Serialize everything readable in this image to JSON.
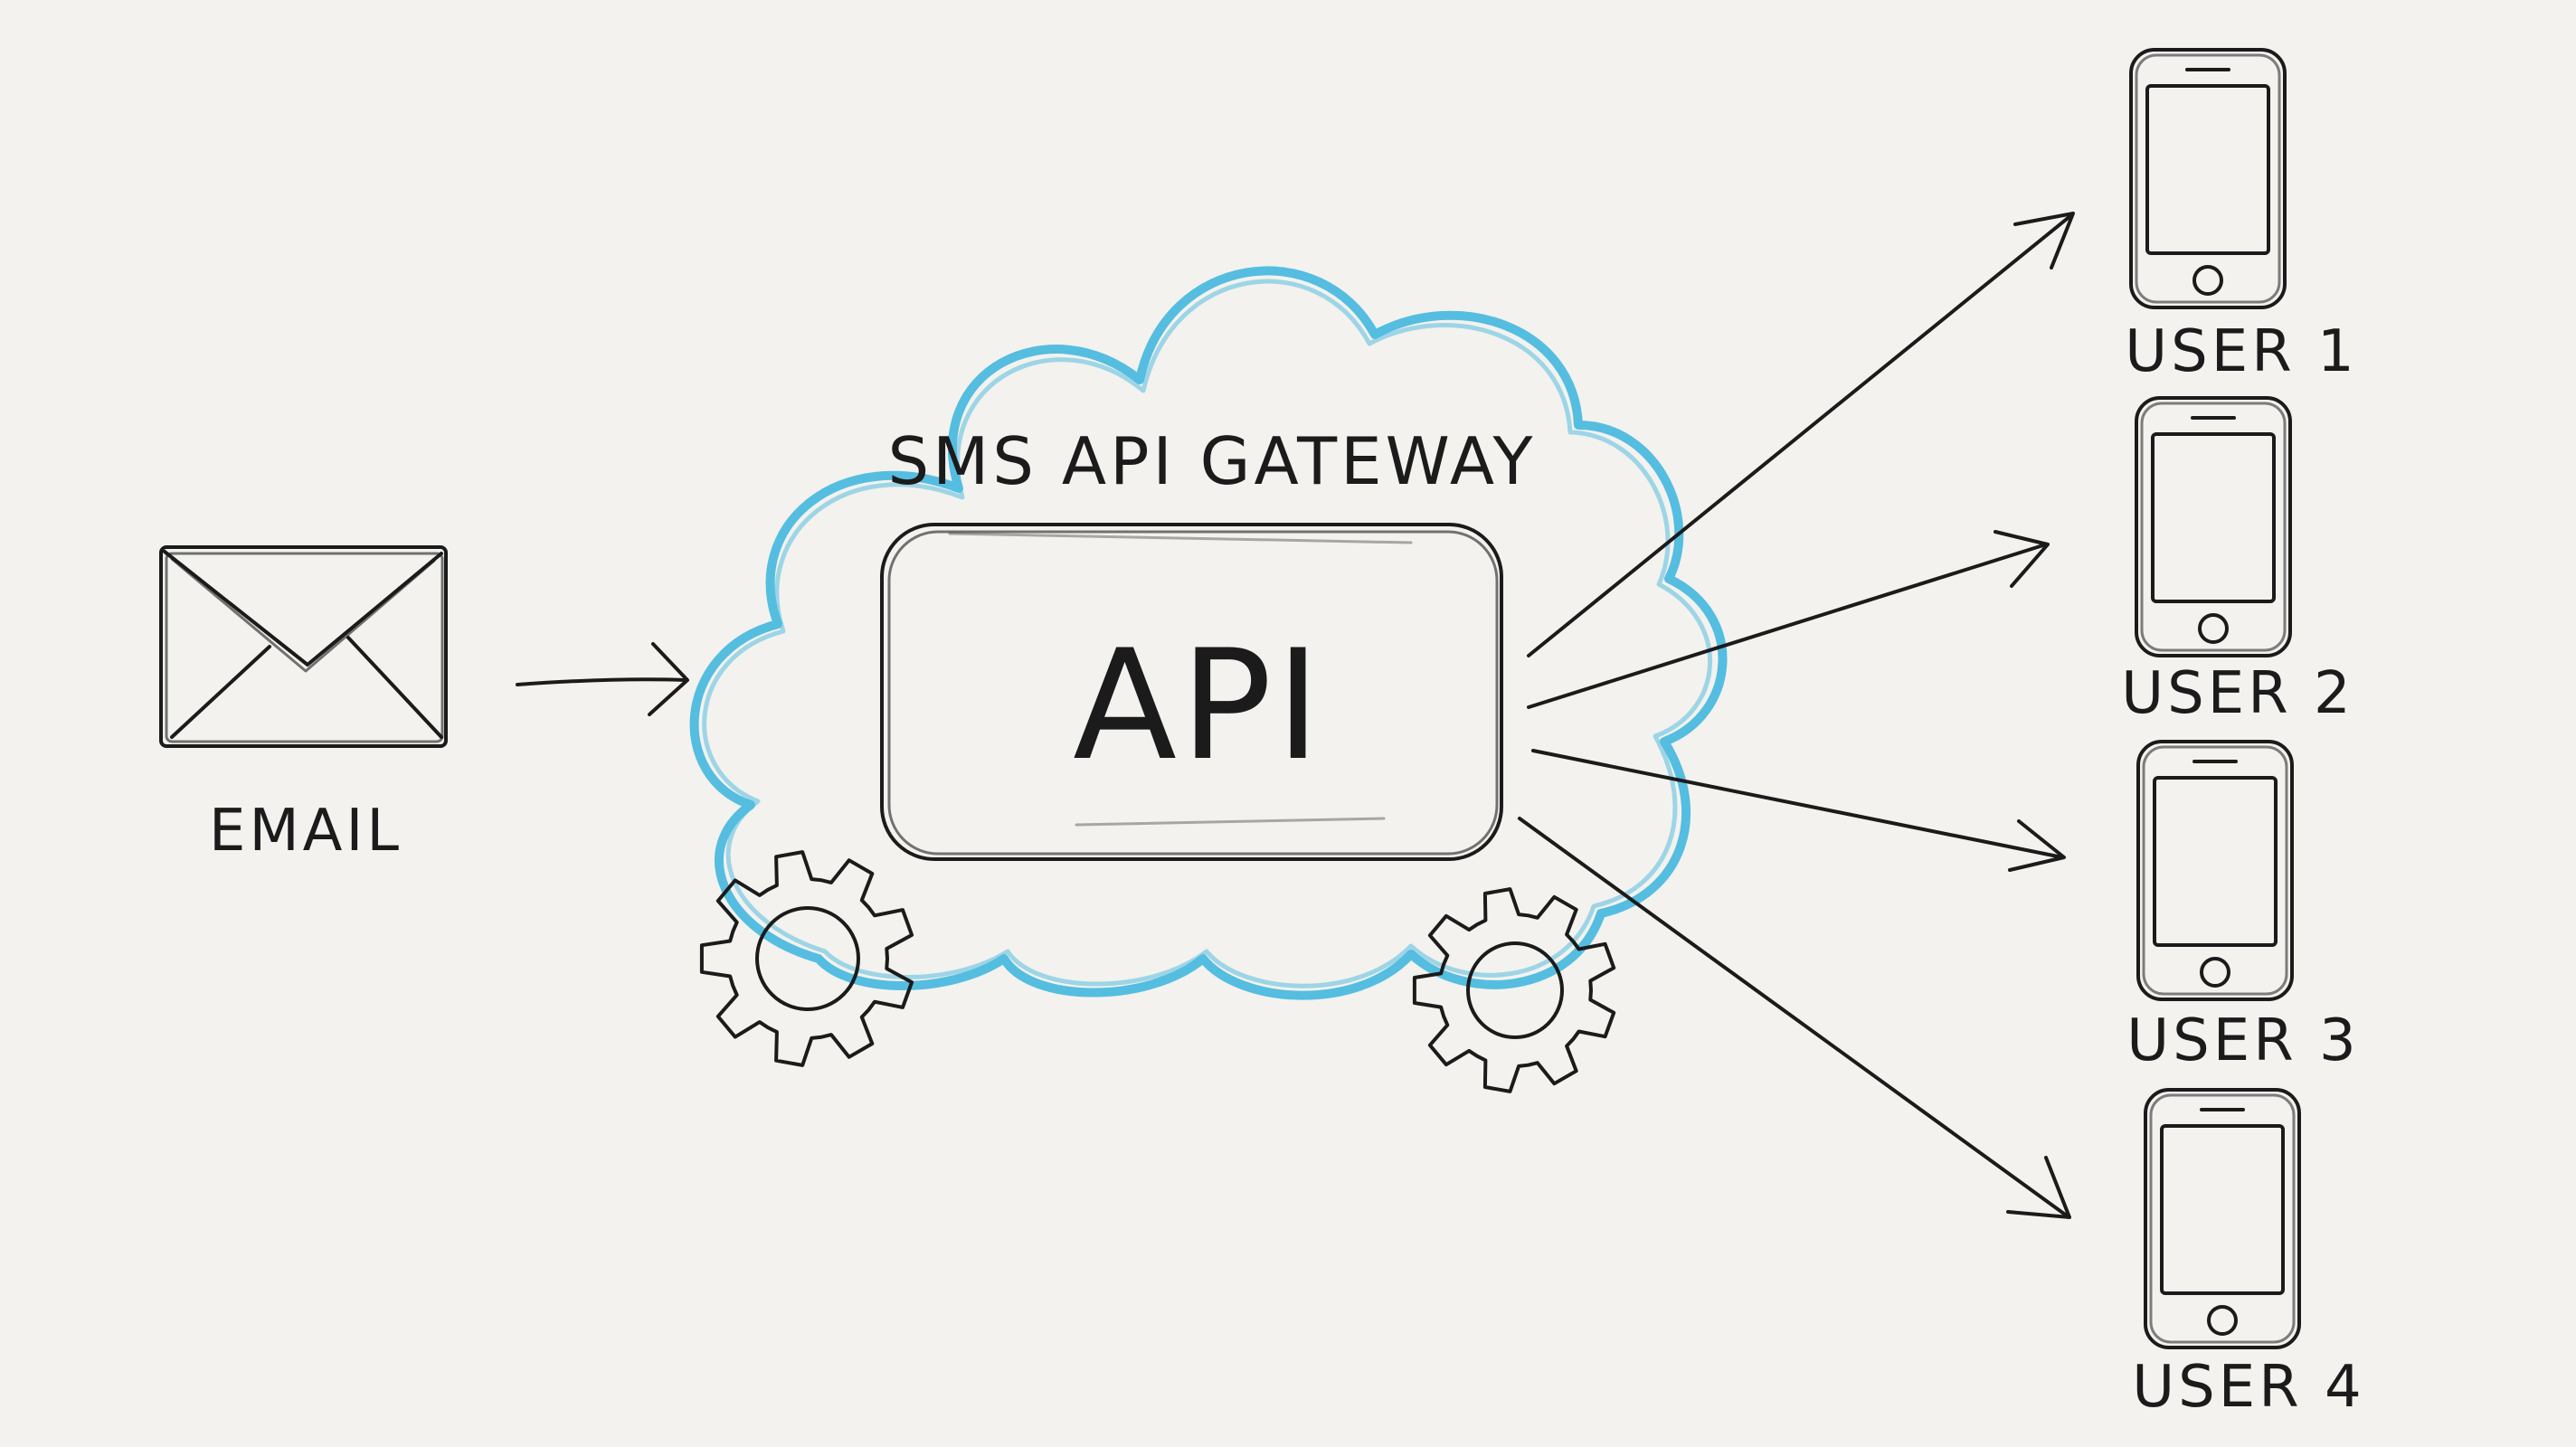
{
  "colors": {
    "background": "#f3f2ee",
    "ink": "#1b1b1b",
    "cloud": "#55bde0"
  },
  "cloud": {
    "title": "SMS API GATEWAY",
    "api_box_label": "API"
  },
  "source": {
    "label": "EMAIL",
    "icon": "envelope-icon"
  },
  "gears": [
    "gear-icon",
    "gear-icon"
  ],
  "users": [
    {
      "label": "USER 1",
      "icon": "smartphone-icon"
    },
    {
      "label": "USER 2",
      "icon": "smartphone-icon"
    },
    {
      "label": "USER 3",
      "icon": "smartphone-icon"
    },
    {
      "label": "USER 4",
      "icon": "smartphone-icon"
    }
  ]
}
